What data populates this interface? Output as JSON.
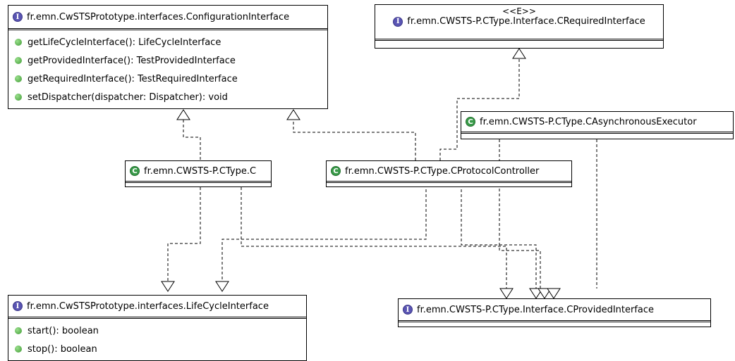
{
  "stereotype_e": "<<E>>",
  "config_iface": {
    "name": "fr.emn.CwSTSPrototype.interfaces.ConfigurationInterface",
    "methods": [
      "getLifeCycleInterface(): LifeCycleInterface",
      "getProvidedInterface(): TestProvidedInterface",
      "getRequiredInterface(): TestRequiredInterface",
      "setDispatcher(dispatcher: Dispatcher): void"
    ]
  },
  "required_iface": {
    "name": "fr.emn.CWSTS-P.CType.Interface.CRequiredInterface"
  },
  "async_executor": {
    "name": "fr.emn.CWSTS-P.CType.CAsynchronousExecutor"
  },
  "ctype_c": {
    "name": "fr.emn.CWSTS-P.CType.C"
  },
  "protocol_controller": {
    "name": "fr.emn.CWSTS-P.CType.CProtocolController"
  },
  "lifecycle_iface": {
    "name": "fr.emn.CwSTSPrototype.interfaces.LifeCycleInterface",
    "methods": [
      "start(): boolean",
      "stop(): boolean"
    ]
  },
  "provided_iface": {
    "name": "fr.emn.CWSTS-P.CType.Interface.CProvidedInterface"
  },
  "icons": {
    "interface": "I",
    "class": "C"
  },
  "colors": {
    "interface_icon": "#5a55b3",
    "class_icon": "#3a9b4a",
    "method_dot": "#3f9a34"
  }
}
